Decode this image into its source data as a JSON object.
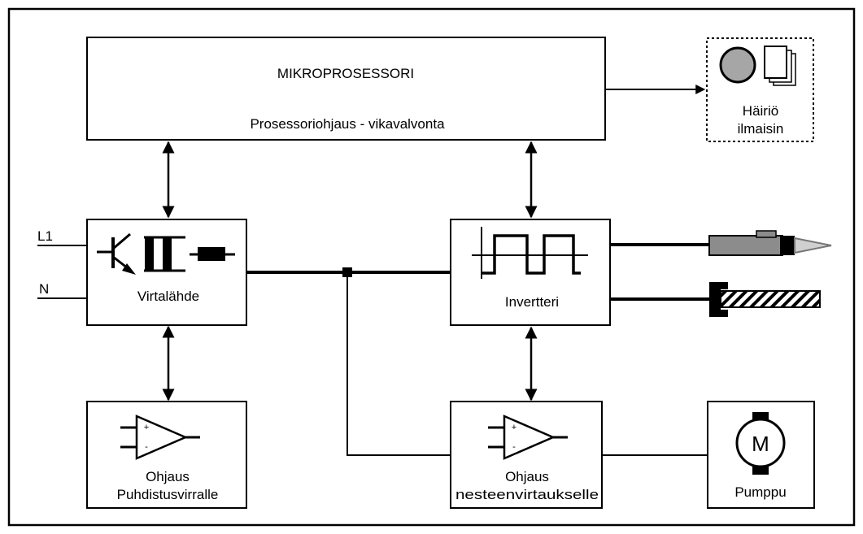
{
  "blocks": {
    "microprocessor": {
      "title": "MIKROPROSESSORI",
      "subtitle": "Prosessoriohjaus - vikavalvonta"
    },
    "fault_indicator": {
      "line1": "Häiriö",
      "line2": "ilmaisin"
    },
    "power_supply": {
      "label": "Virtalähde"
    },
    "inverter": {
      "label": "Invertteri"
    },
    "cleaning_control": {
      "line1": "Ohjaus",
      "line2": "Puhdistusvirralle"
    },
    "fluid_control": {
      "line1": "Ohjaus",
      "line2": "nesteenvirtaukselle"
    },
    "pump": {
      "label": "Pumppu",
      "motor_symbol": "M"
    }
  },
  "inputs": {
    "line": "L1",
    "neutral": "N"
  },
  "opamp_signs": {
    "plus": "+",
    "minus": "-"
  },
  "icons": [
    "transistor-icon",
    "transformer-icon",
    "resistor-icon",
    "square-wave-icon",
    "opamp-icon",
    "motor-icon",
    "handpiece-icon",
    "cable-connector-icon",
    "indicator-lamp-icon",
    "document-stack-icon"
  ]
}
